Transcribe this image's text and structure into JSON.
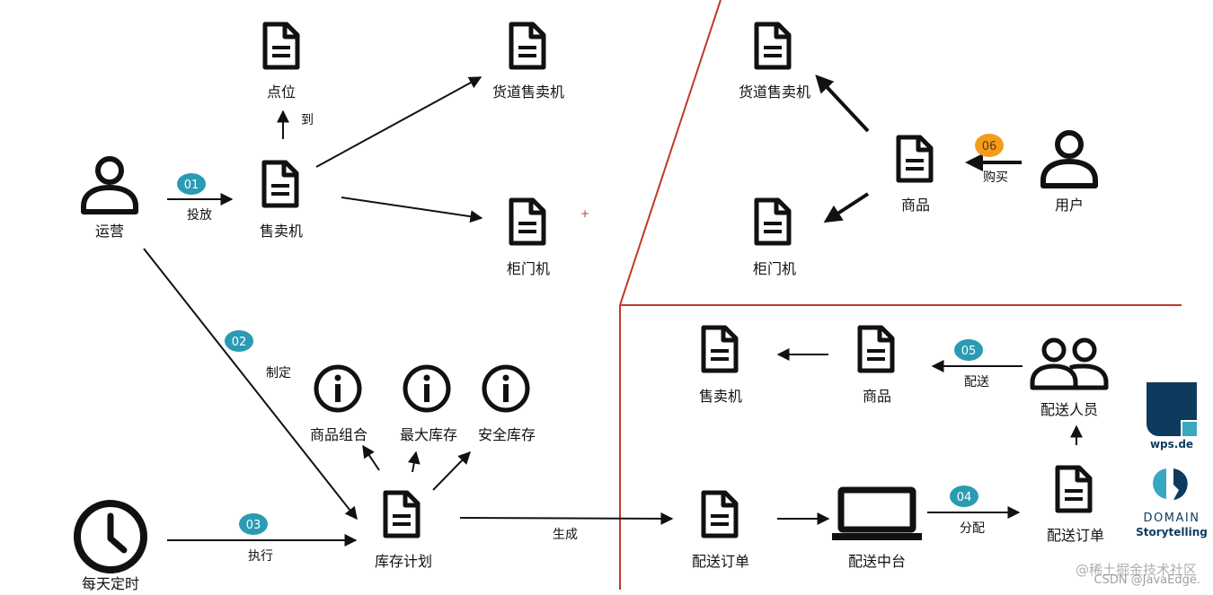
{
  "labels": {
    "operations": "运营",
    "vending_machine_top": "售卖机",
    "point_location": "点位",
    "channel_machine_top": "货道售卖机",
    "cabinet_machine_top": "柜门机",
    "product_top": "商品",
    "user": "用户",
    "channel_machine_right": "货道售卖机",
    "cabinet_machine_right": "柜门机",
    "product_combo": "商品组合",
    "max_stock": "最大库存",
    "safety_stock": "安全库存",
    "daily_timer": "每天定时",
    "stock_plan": "库存计划",
    "delivery_order": "配送订单",
    "delivery_center": "配送中台",
    "delivery_order_right": "配送订单",
    "delivery_staff": "配送人员",
    "product_bottom": "商品",
    "vending_machine_bottom": "售卖机"
  },
  "edges": {
    "deploy": "投放",
    "to": "到",
    "purchase": "购买",
    "formulate": "制定",
    "execute": "执行",
    "generate": "生成",
    "assign": "分配",
    "deliver": "配送"
  },
  "badges": {
    "b01": "01",
    "b02": "02",
    "b03": "03",
    "b04": "04",
    "b05": "05",
    "b06": "06"
  },
  "logos": {
    "wps": "wps.de",
    "domain": "DOMAIN",
    "storytelling": "Storytelling"
  },
  "watermark": {
    "line1": "@稀土掘金技术社区",
    "line2": "CSDN @JavaEdge."
  },
  "colors": {
    "badge_teal": "#2a9bb3",
    "badge_orange": "#f39c1e",
    "divider_red": "#c0392b",
    "ink": "#111111",
    "wps_navy": "#0d3b5e",
    "domain_teal": "#3aa7c0"
  }
}
